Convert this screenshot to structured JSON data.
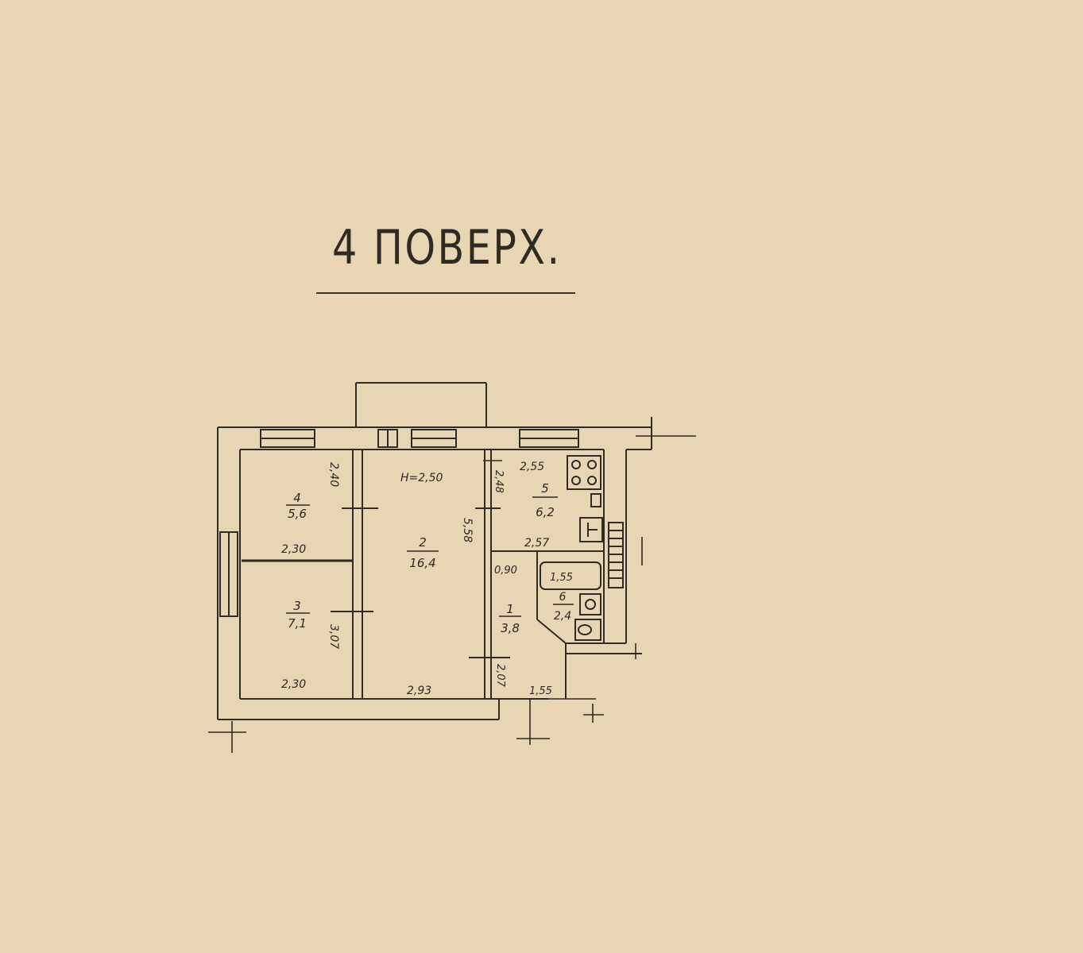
{
  "floor_title": "4 ПОВЕРХ.",
  "ceiling_height": "H=2,50",
  "rooms": [
    {
      "number": "4",
      "area": "5,6"
    },
    {
      "number": "3",
      "area": "7,1"
    },
    {
      "number": "2",
      "area": "16,4"
    },
    {
      "number": "5",
      "area": "6,2"
    },
    {
      "number": "1",
      "area": "3,8"
    },
    {
      "number": "6",
      "area": "2,4"
    }
  ],
  "dimensions": {
    "r4_width": "2,30",
    "r4_length": "2,40",
    "r3_width": "2,30",
    "r3_length": "3,07",
    "r2_width": "2,93",
    "r2_length": "5,58",
    "r5_width_top": "2,55",
    "r5_width_bottom": "2,57",
    "r5_length": "2,48",
    "r1_width": "0,90",
    "r1_length": "2,07",
    "entry_width": "1,55",
    "bath_width": "1,55"
  }
}
